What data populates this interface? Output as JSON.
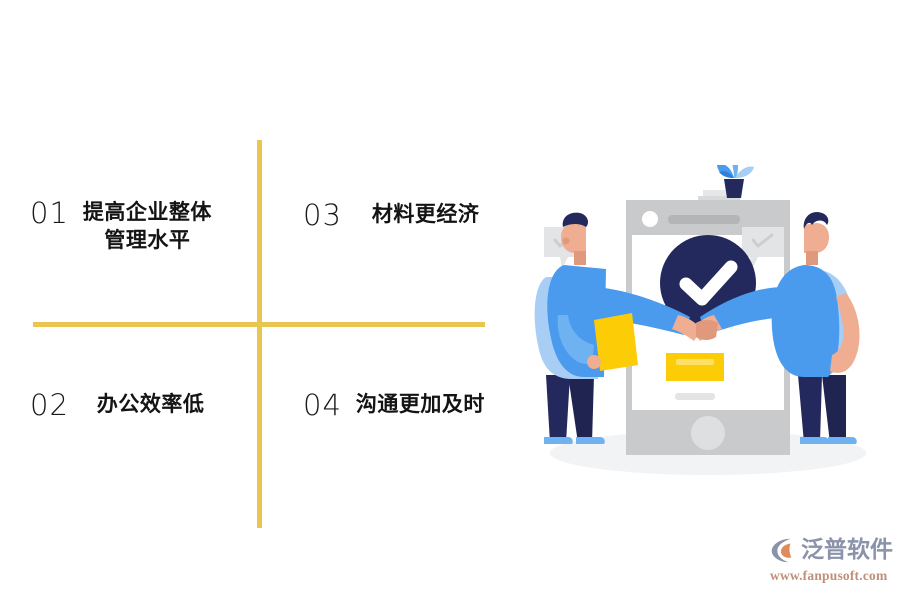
{
  "palette": {
    "divider": "#E8C64F",
    "number": "#1A1A1A",
    "text": "#141414",
    "background": "#FFFFFF",
    "illustration_navy": "#23295C",
    "illustration_blue": "#4A9BEE",
    "illustration_light_blue": "#A8CEF5",
    "illustration_yellow": "#FCCD07",
    "illustration_gray": "#C9CACB",
    "illustration_skin": "#EFAD91",
    "watermark_name": "#8B93AB",
    "watermark_url": "#C08F7A"
  },
  "quadrants": [
    {
      "number": "01",
      "text_line1": "提高企业整体",
      "text_line2": "管理水平",
      "position": "top-left"
    },
    {
      "number": "02",
      "text_line1": "办公效率低",
      "text_line2": "",
      "position": "bottom-left"
    },
    {
      "number": "03",
      "text_line1": "材料更经济",
      "text_line2": "",
      "position": "top-right"
    },
    {
      "number": "04",
      "text_line1": "沟通更加及时",
      "text_line2": "",
      "position": "bottom-right"
    }
  ],
  "illustration": {
    "name": "handshake-agreement-mobile-illustration",
    "elements": [
      "smartphone",
      "checkmark-circle",
      "handshake",
      "person-left",
      "person-right",
      "potted-plant",
      "speech-bubble-left",
      "speech-bubble-right",
      "yellow-card",
      "yellow-folder"
    ]
  },
  "watermark": {
    "logo_name": "fanpu-logo-icon",
    "brand": "泛普软件",
    "url": "www.fanpusoft.com"
  }
}
